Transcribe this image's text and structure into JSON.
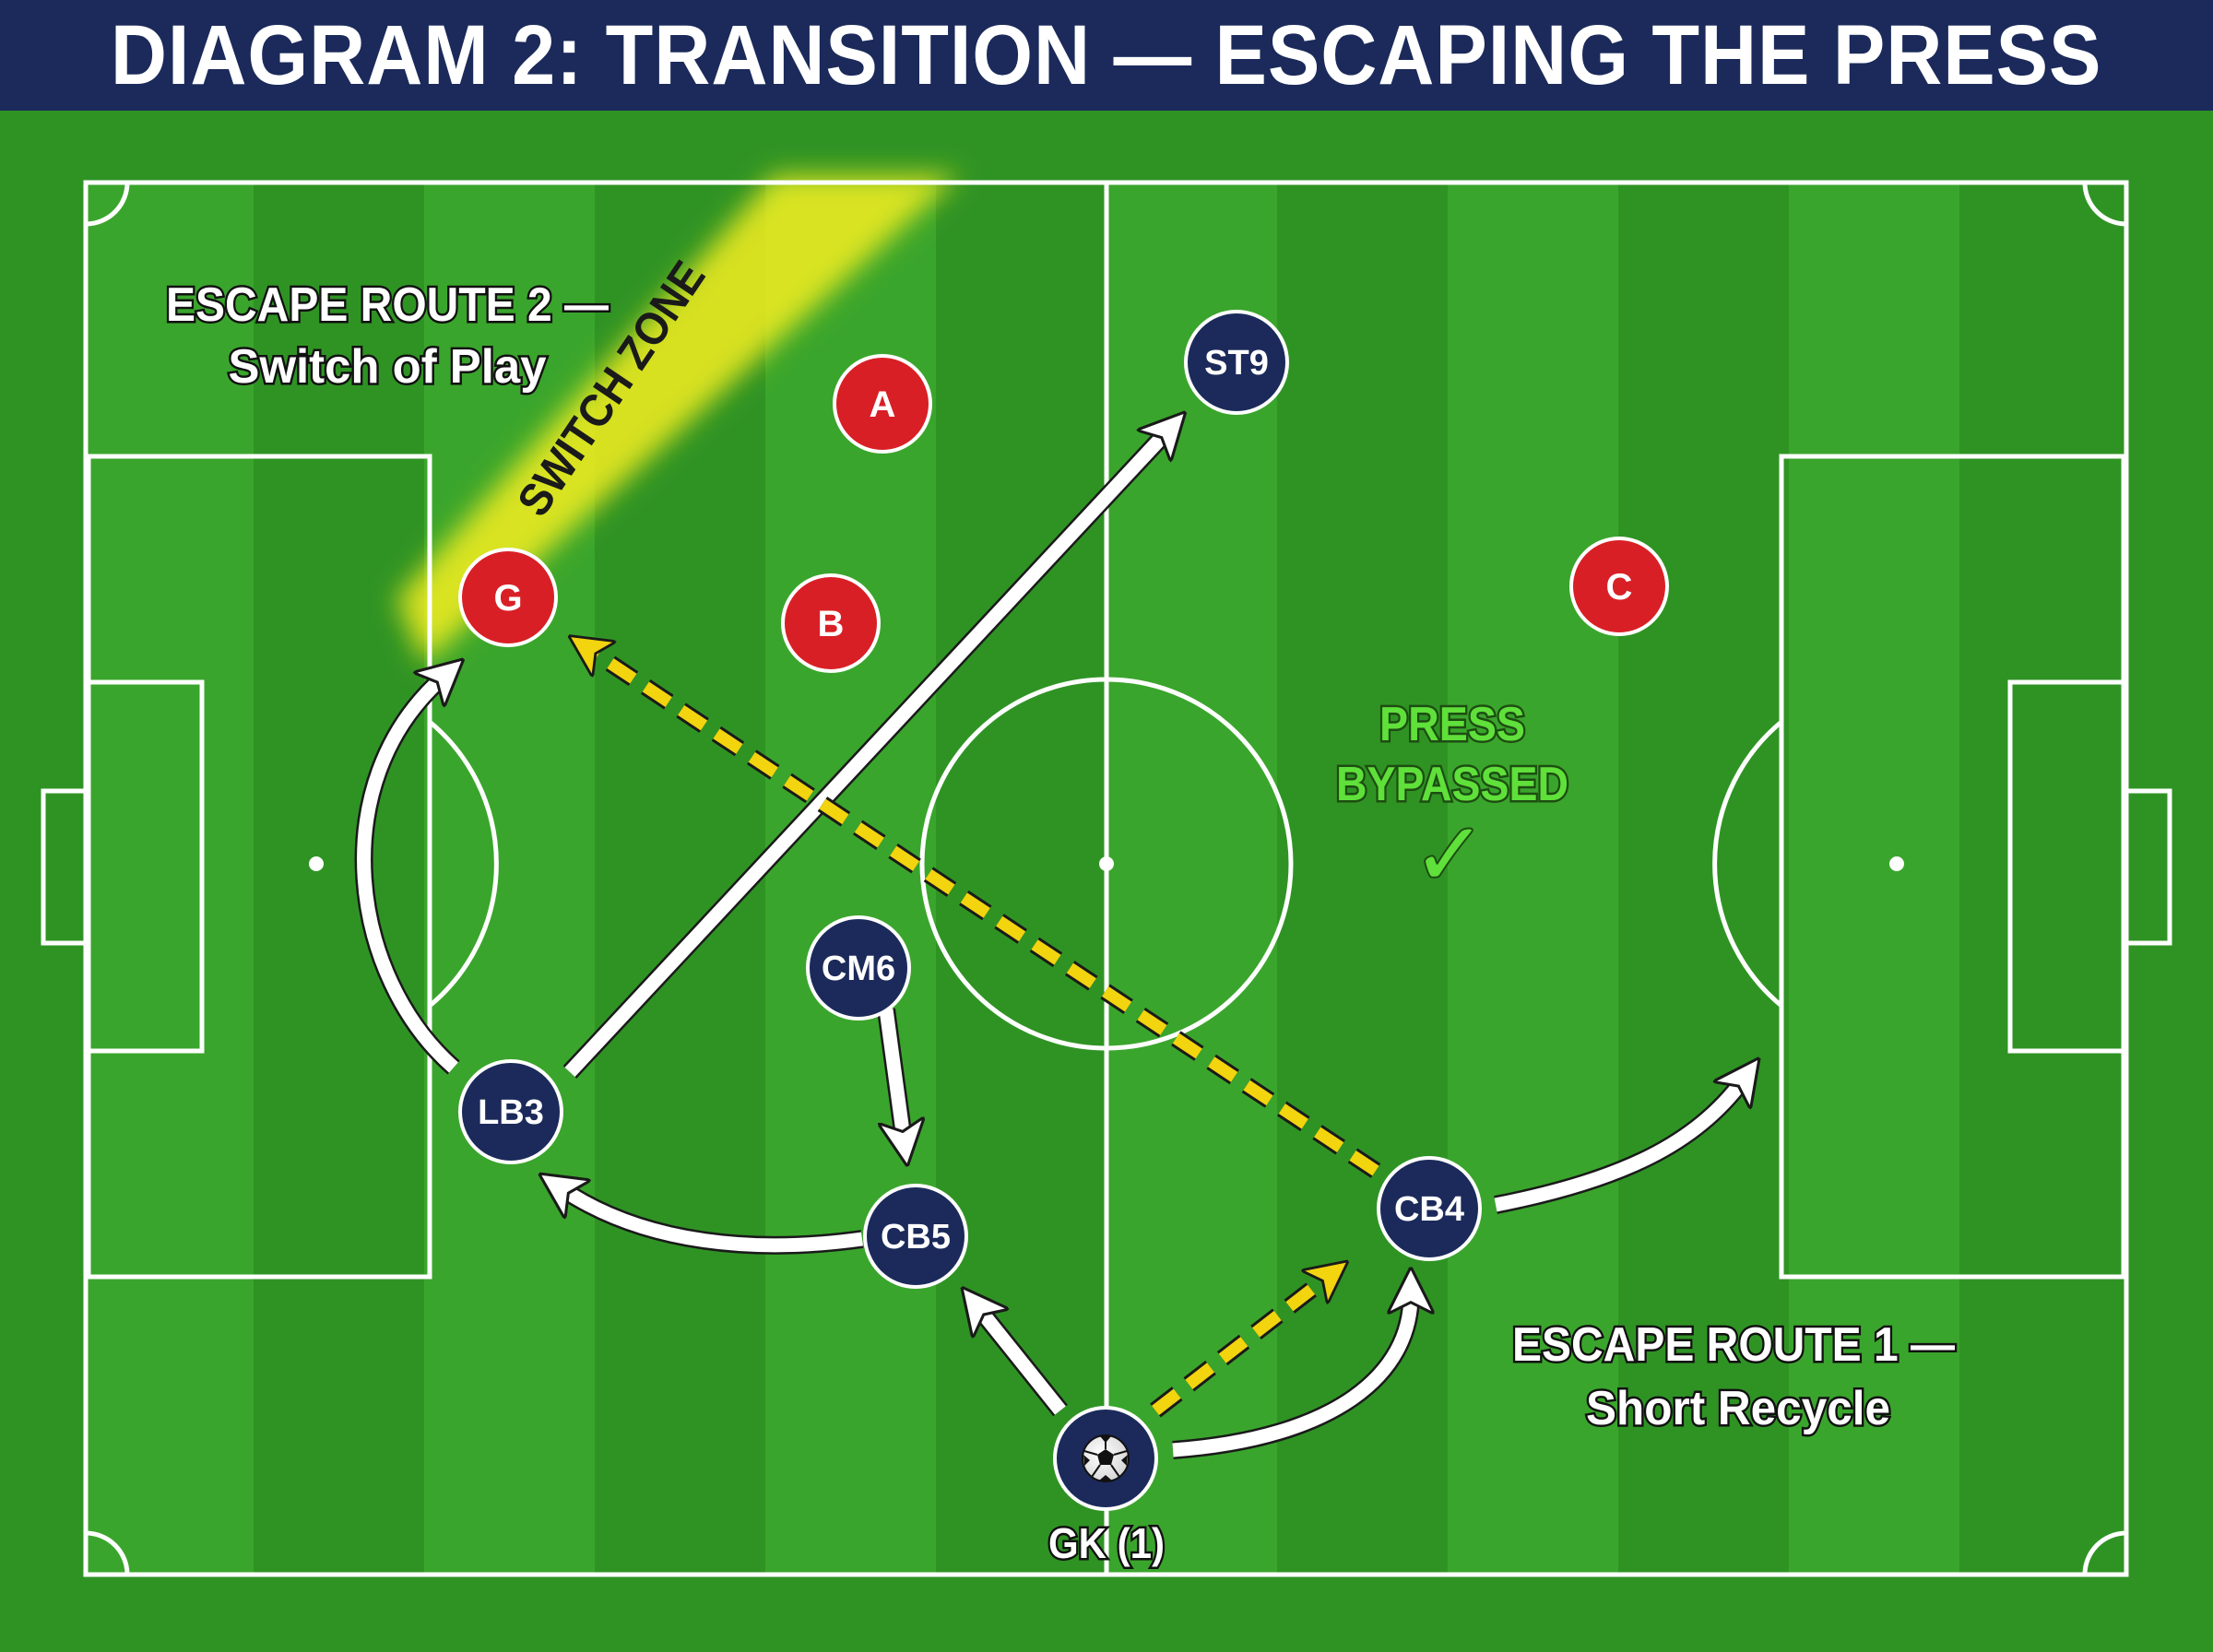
{
  "title": "DIAGRAM 2: TRANSITION — ESCAPING THE PRESS",
  "colors": {
    "title_bar": "#1b2a5a",
    "pitch_light": "#3aa52c",
    "pitch_dark": "#2f9324",
    "lines": "#ffffff",
    "team_player": "#1b2a5a",
    "opponent": "#d91f26",
    "dashed_pass": "#f2d40f",
    "highlight_zone": "#f5ef1c",
    "press_bypassed": "#5fe03a"
  },
  "labels": {
    "route2_line1": "ESCAPE ROUTE 2 —",
    "route2_line2": "Switch of Play",
    "switch_zone": "SWITCH ZONE",
    "press_line1": "PRESS",
    "press_line2": "BYPASSED",
    "checkmark": "✓",
    "route1_line1": "ESCAPE ROUTE 1 —",
    "route1_line2": "Short Recycle",
    "gk_caption": "GK (1)"
  },
  "players": [
    {
      "id": "st9",
      "label": "ST9"
    },
    {
      "id": "cm6",
      "label": "CM6"
    },
    {
      "id": "lb3",
      "label": "LB3"
    },
    {
      "id": "cb5",
      "label": "CB5"
    },
    {
      "id": "cb4",
      "label": "CB4"
    },
    {
      "id": "gk",
      "label": "",
      "icon": "soccer-ball-icon"
    }
  ],
  "opponents": [
    {
      "id": "a",
      "label": "A"
    },
    {
      "id": "b",
      "label": "B"
    },
    {
      "id": "c",
      "label": "C"
    },
    {
      "id": "g",
      "label": "G"
    }
  ]
}
